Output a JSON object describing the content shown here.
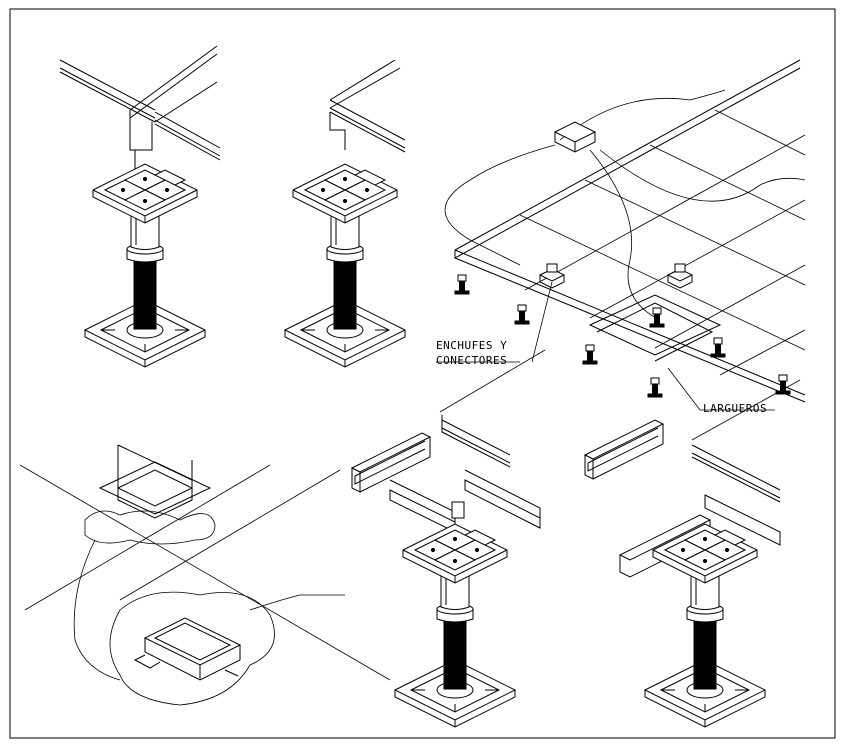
{
  "labels": {
    "enchufes_line1": "ENCHUFES Y",
    "enchufes_line2": "CONECTORES",
    "largueros": "LARGUEROS"
  },
  "colors": {
    "ink": "#000000",
    "paper": "#ffffff"
  },
  "components": [
    "pedestal-with-panel-corner",
    "pedestal-with-panel-edge",
    "raised-floor-grid-with-outlets",
    "junction-box-detail",
    "pedestal-with-stringers",
    "pedestal-with-stringers-and-panel"
  ]
}
